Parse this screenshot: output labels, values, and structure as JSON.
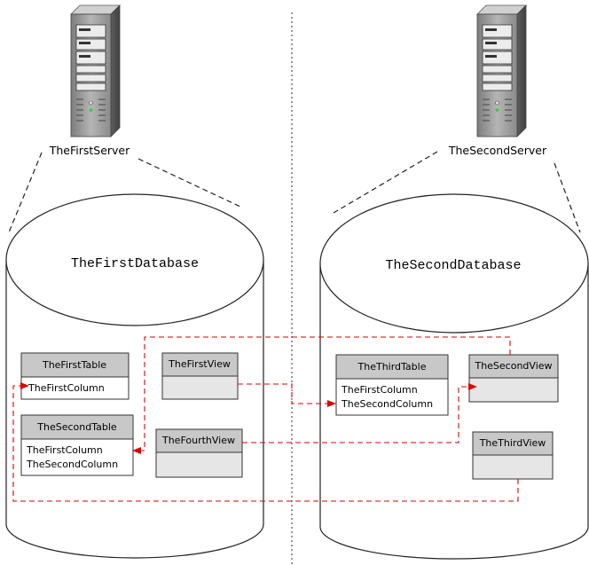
{
  "colors": {
    "relation_line": "#e00000",
    "header_fill": "#c8c8c8",
    "view_body_fill": "#e6e6e6",
    "server_body": "#8f8f8f"
  },
  "servers": [
    {
      "name": "TheFirstServer",
      "icon": "server-tower-icon"
    },
    {
      "name": "TheSecondServer",
      "icon": "server-tower-icon"
    }
  ],
  "databases": [
    {
      "name": "TheFirstDatabase",
      "icon": "database-cylinder-icon"
    },
    {
      "name": "TheSecondDatabase",
      "icon": "database-cylinder-icon"
    }
  ],
  "objects": {
    "first_table": {
      "title": "TheFirstTable",
      "columns": [
        "TheFirstColumn"
      ]
    },
    "second_table": {
      "title": "TheSecondTable",
      "columns": [
        "TheFirstColumn",
        "TheSecondColumn"
      ]
    },
    "first_view": {
      "title": "TheFirstView"
    },
    "fourth_view": {
      "title": "TheFourthView"
    },
    "third_table": {
      "title": "TheThirdTable",
      "columns": [
        "TheFirstColumn",
        "TheSecondColumn"
      ]
    },
    "second_view": {
      "title": "TheSecondView"
    },
    "third_view": {
      "title": "TheThirdView"
    }
  }
}
